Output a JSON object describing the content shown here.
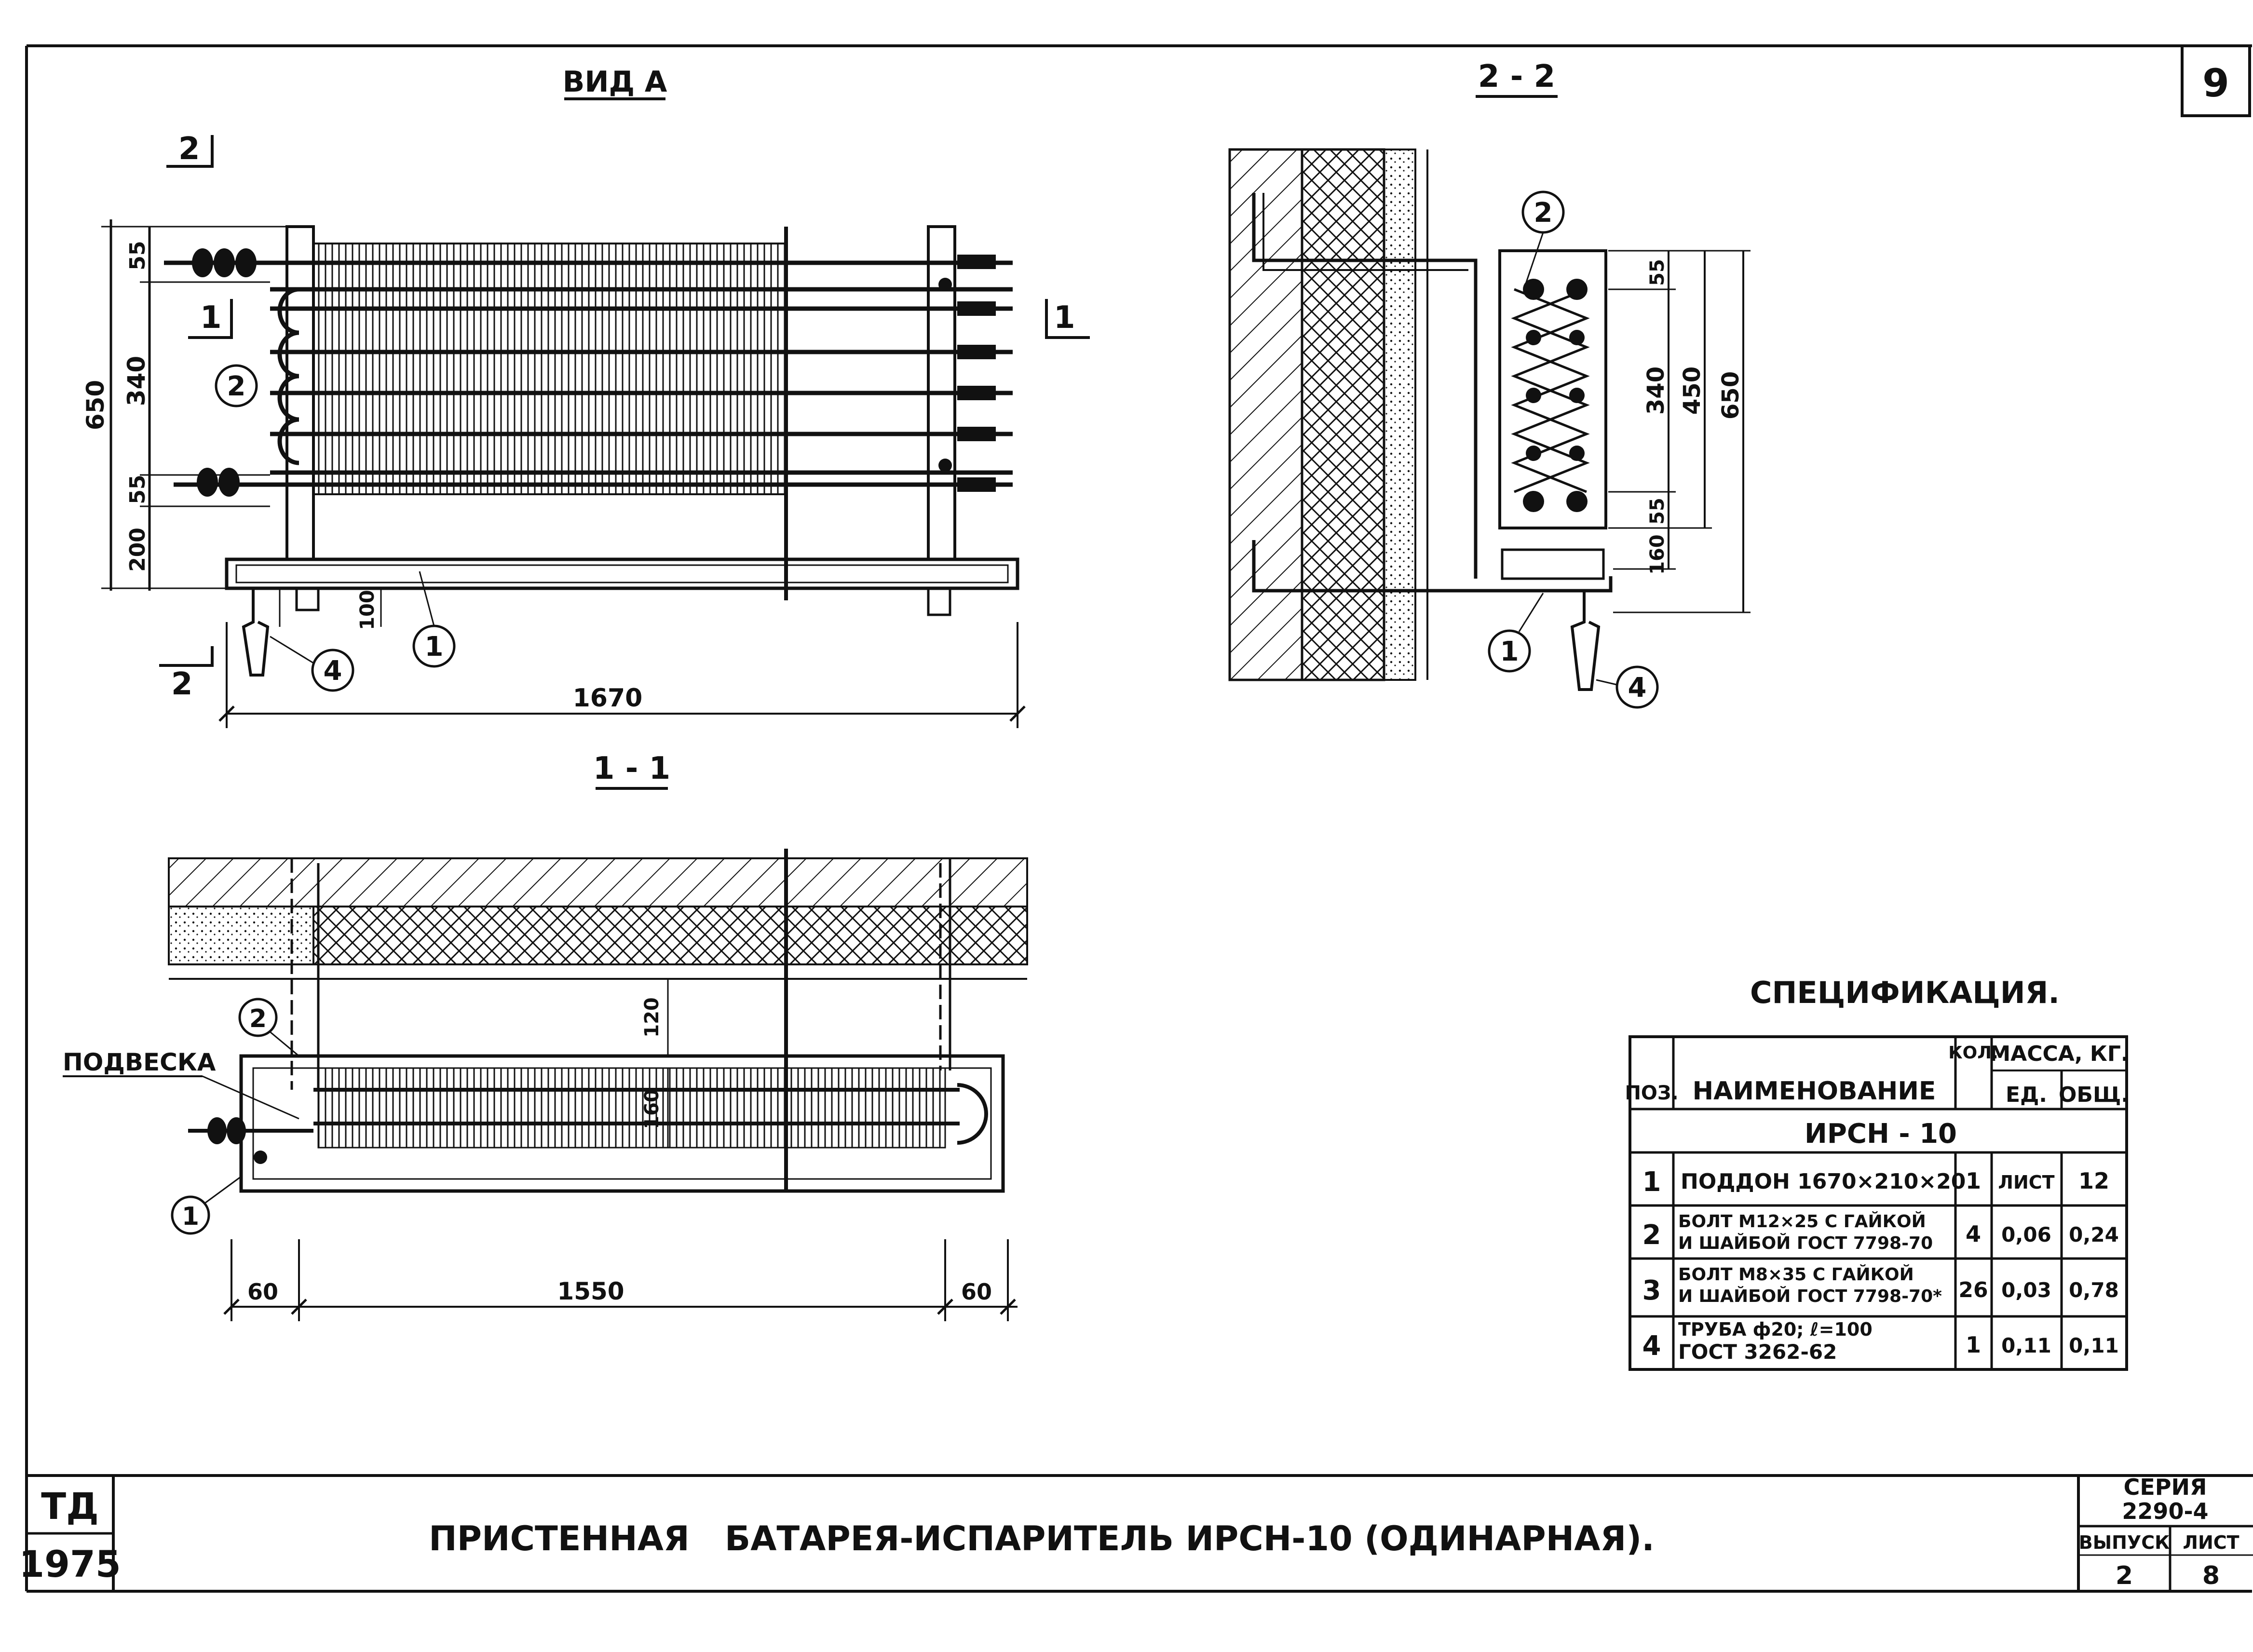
{
  "sheet_number": "9",
  "view_a": {
    "title": "ВИД А",
    "section_mark_2": "2",
    "section_mark_1": "1",
    "dim_total_height": "650",
    "dim_top": "55",
    "dim_mid": "340",
    "dim_bottom": "55",
    "dim_base": "200",
    "dim_drain": "100",
    "dim_length": "1670",
    "callouts": [
      "2",
      "1",
      "4"
    ]
  },
  "section_22": {
    "title": "2 - 2",
    "dim_55_top": "55",
    "dim_340": "340",
    "dim_450": "450",
    "dim_650": "650",
    "dim_55_bottom": "55",
    "dim_160": "160",
    "callouts": [
      "2",
      "1",
      "4"
    ]
  },
  "section_11": {
    "title": "1 - 1",
    "hanger_label": "ПОДВЕСКА",
    "dim_120": "120",
    "dim_160": "160",
    "dim_60_left": "60",
    "dim_1550": "1550",
    "dim_60_right": "60",
    "callouts": [
      "2",
      "1"
    ]
  },
  "spec": {
    "title": "СПЕЦИФИКАЦИЯ.",
    "col_pos": "ПОЗ.",
    "col_name": "НАИМЕНОВАНИЕ",
    "col_qty": "КОЛ.",
    "col_mass": "МАССА, КГ.",
    "col_unit": "ЕД.",
    "col_total": "ОБЩ.",
    "group": "ИРСН - 10",
    "rows": [
      {
        "pos": "1",
        "name1": "ПОДДОН 1670×210×20",
        "name2": "",
        "qty": "1",
        "unit": "ЛИСТ",
        "total": "12"
      },
      {
        "pos": "2",
        "name1": "БОЛТ М12×25 С ГАЙКОЙ",
        "name2": "И ШАЙБОЙ ГОСТ 7798-70",
        "qty": "4",
        "unit": "0,06",
        "total": "0,24"
      },
      {
        "pos": "3",
        "name1": "БОЛТ М8×35 С ГАЙКОЙ",
        "name2": "И ШАЙБОЙ ГОСТ 7798-70*",
        "qty": "26",
        "unit": "0,03",
        "total": "0,78"
      },
      {
        "pos": "4",
        "name1": "ТРУБА ф20; ℓ=100",
        "name2": "ГОСТ 3262-62",
        "qty": "1",
        "unit": "0,11",
        "total": "0,11"
      }
    ]
  },
  "title_block": {
    "org": "ТД",
    "year": "1975",
    "title": "ПРИСТЕННАЯ   БАТАРЕЯ-ИСПАРИТЕЛЬ ИРСН-10 (ОДИНАРНАЯ).",
    "series_label": "СЕРИЯ",
    "series_value": "2290-4",
    "issue_label": "ВЫПУСК",
    "issue_value": "2",
    "sheet_label": "ЛИСТ",
    "sheet_value": "8"
  }
}
